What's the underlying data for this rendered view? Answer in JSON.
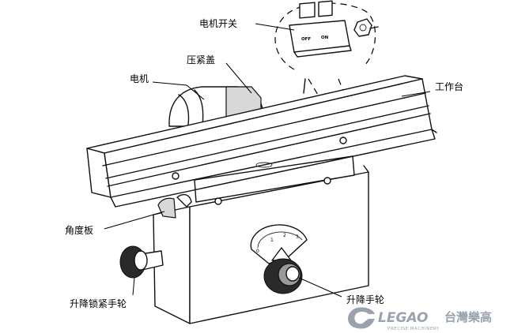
{
  "labels": {
    "motor_switch": "电机开关",
    "clamp_cover": "压紧盖",
    "motor": "电机",
    "worktable": "工作台",
    "angle_plate": "角度板",
    "lift_lock_handwheel": "升降锁紧手轮",
    "lift_handwheel": "升降手轮"
  },
  "switch": {
    "off": "OFF",
    "on": "ON"
  },
  "scale": {
    "ticks": [
      "0",
      "1",
      "2",
      "3"
    ]
  },
  "brand": {
    "latin": "LEGAO",
    "chinese": "台灣樂高",
    "sub": "PRECISE MACHINERY",
    "color": "#9aa3ad"
  }
}
